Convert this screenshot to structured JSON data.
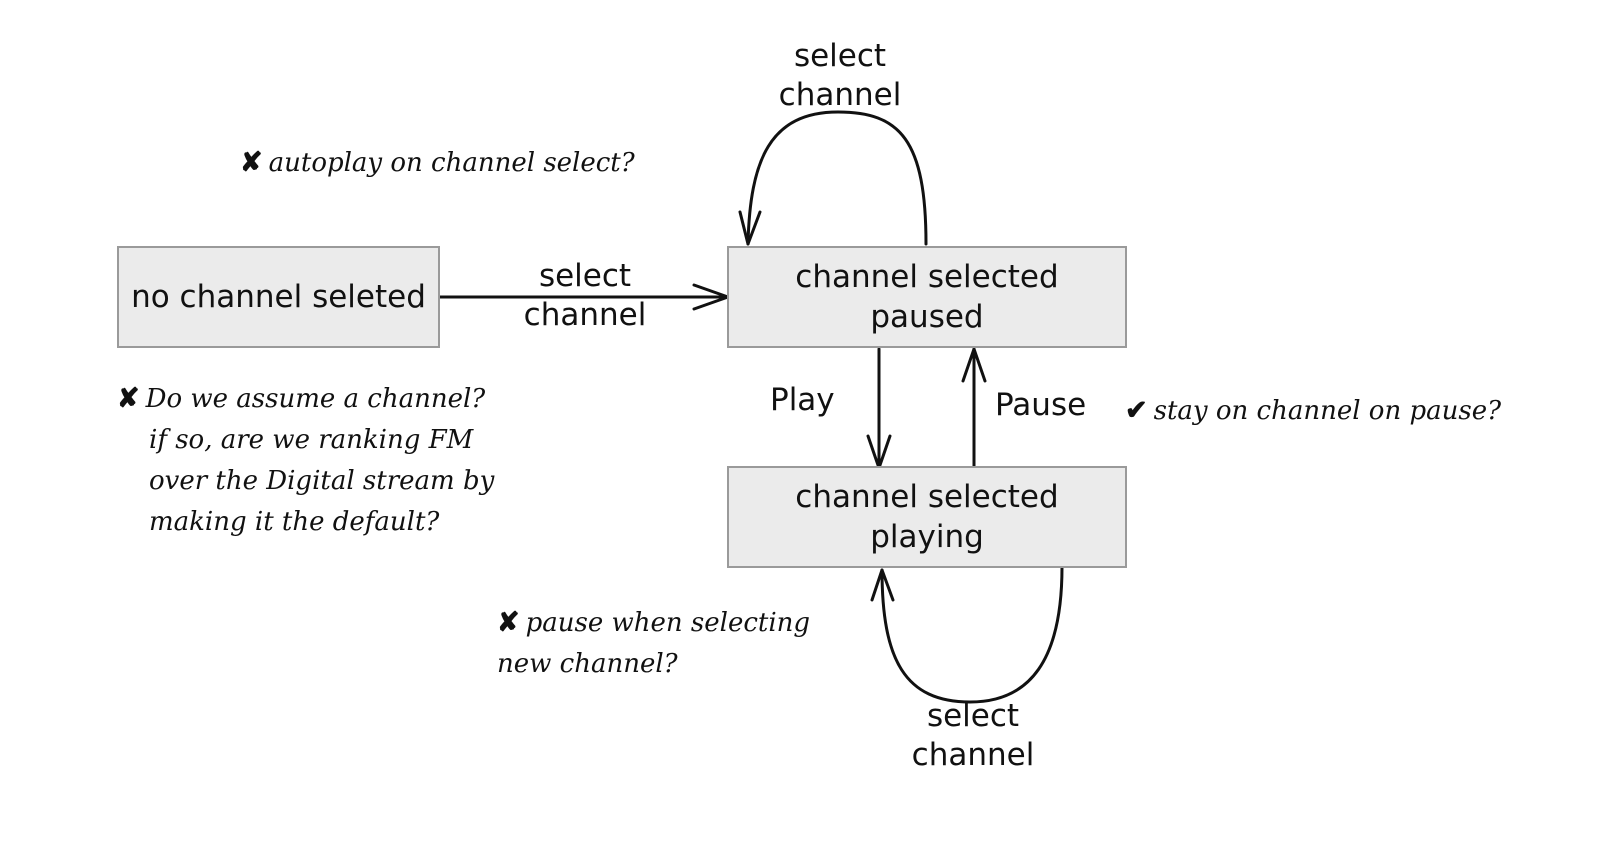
{
  "states": {
    "no_channel": "no channel seleted",
    "paused": [
      "channel selected",
      "paused"
    ],
    "playing": [
      "channel selected",
      "playing"
    ]
  },
  "transitions": {
    "initial_select": [
      "select",
      "channel"
    ],
    "paused_self_select": [
      "select",
      "channel"
    ],
    "playing_self_select": [
      "select",
      "channel"
    ],
    "play": "Play",
    "pause": "Pause"
  },
  "notes": {
    "autoplay": {
      "mark": "✘",
      "text": "autoplay on channel select?"
    },
    "assume_channel": {
      "mark": "✘",
      "lines": [
        "Do we assume a channel?",
        "if so, are we ranking FM",
        "over the Digital stream by",
        "making it the default?"
      ]
    },
    "pause_when_selecting": {
      "mark": "✘",
      "lines": [
        "pause when selecting",
        "new channel?"
      ]
    },
    "stay_on_channel": {
      "mark": "✔",
      "text": "stay on channel on pause?"
    }
  }
}
